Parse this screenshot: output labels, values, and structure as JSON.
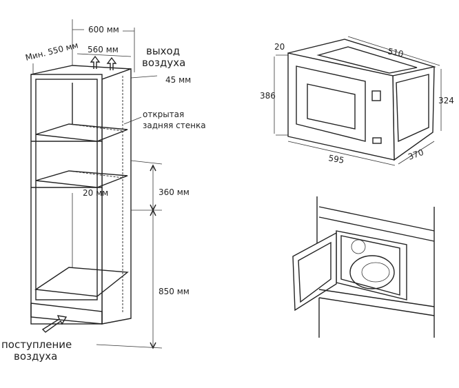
{
  "cabinet": {
    "width_label": "600 мм",
    "min_depth_label": "Мин. 550 мм",
    "inner_width_label": "560 мм",
    "air_out_label": [
      "выход",
      "воздуха"
    ],
    "gap_label": "45 мм",
    "open_back_label": [
      "открытая",
      "задняя стенка"
    ],
    "shelf_gap_label": "20 мм",
    "niche_height_label": "360 мм",
    "base_height_label": "850 мм",
    "air_in_label": [
      "поступление",
      "воздуха"
    ]
  },
  "microwave": {
    "frame_label": "20",
    "depth_label": "510",
    "front_height_label": "386",
    "body_height_label": "324",
    "front_width_label": "595",
    "body_depth_label": "370"
  }
}
